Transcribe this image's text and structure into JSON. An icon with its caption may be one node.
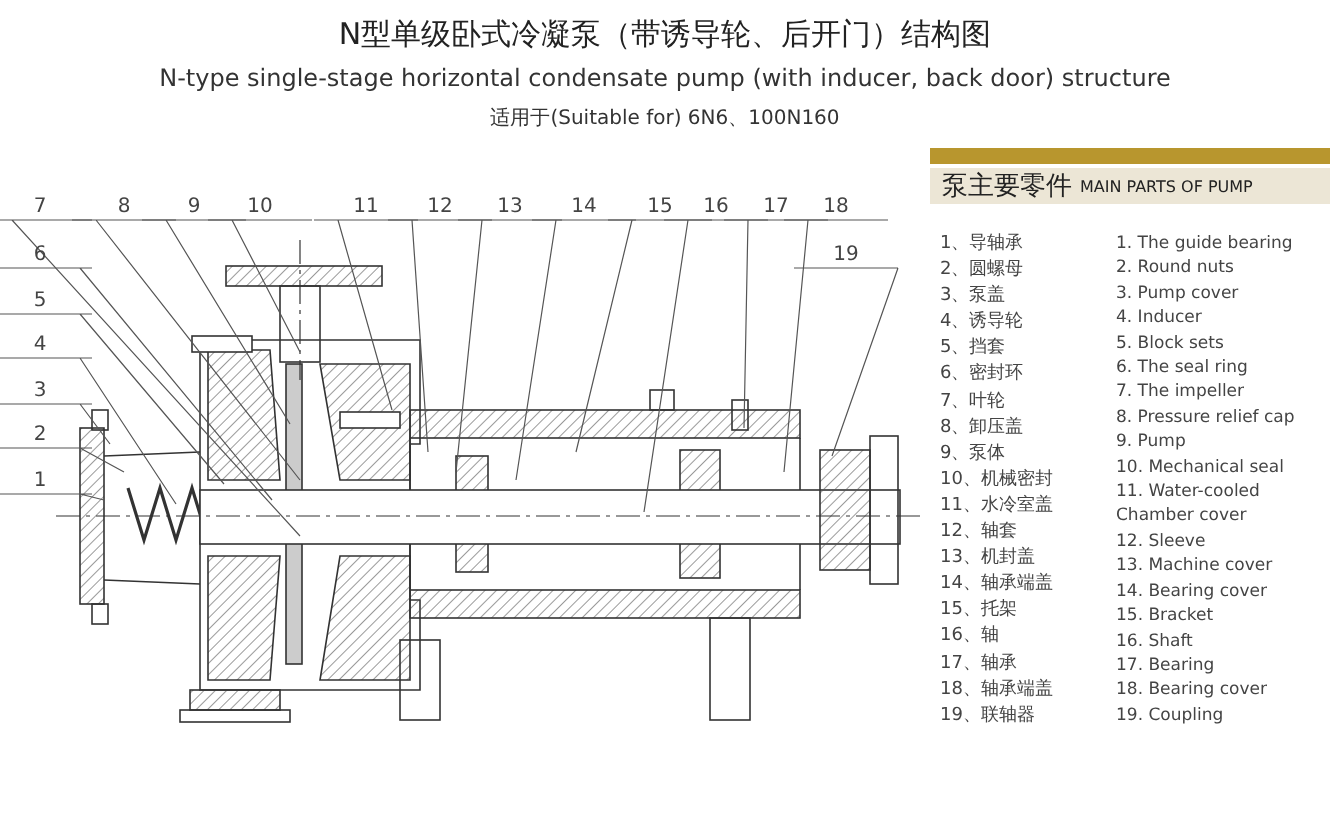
{
  "diagram": {
    "title": "N型单级卧式冷凝泵（带诱导轮、后开门）结构图",
    "nodes": [
      {
        "text": [
          "1"
        ]
      },
      {
        "text": [
          "2"
        ]
      },
      {
        "text": [
          "3"
        ]
      },
      {
        "text": [
          "4"
        ]
      },
      {
        "text": [
          "5"
        ]
      },
      {
        "text": [
          "6"
        ]
      },
      {
        "text": [
          "7"
        ]
      },
      {
        "text": [
          "8"
        ]
      },
      {
        "text": [
          "9"
        ]
      },
      {
        "text": [
          "10"
        ]
      },
      {
        "text": [
          "11"
        ]
      },
      {
        "text": [
          "12"
        ]
      },
      {
        "text": [
          "13"
        ]
      },
      {
        "text": [
          "14"
        ]
      },
      {
        "text": [
          "15"
        ]
      },
      {
        "text": [
          "16"
        ]
      },
      {
        "text": [
          "17"
        ]
      },
      {
        "text": [
          "18"
        ]
      },
      {
        "text": [
          "19"
        ]
      }
    ],
    "edges": [
      {
        "from": 0,
        "to": null,
        "arrow": "none"
      },
      {
        "from": 1,
        "to": null,
        "arrow": "none"
      },
      {
        "from": 2,
        "to": null,
        "arrow": "none"
      },
      {
        "from": 3,
        "to": null,
        "arrow": "none"
      },
      {
        "from": 4,
        "to": null,
        "arrow": "none"
      },
      {
        "from": 5,
        "to": null,
        "arrow": "none"
      },
      {
        "from": 6,
        "to": null,
        "arrow": "none"
      },
      {
        "from": 7,
        "to": null,
        "arrow": "none"
      },
      {
        "from": 8,
        "to": null,
        "arrow": "none"
      },
      {
        "from": 9,
        "to": null,
        "arrow": "none"
      },
      {
        "from": 10,
        "to": null,
        "arrow": "none"
      },
      {
        "from": 11,
        "to": null,
        "arrow": "none"
      },
      {
        "from": 12,
        "to": null,
        "arrow": "none"
      },
      {
        "from": 13,
        "to": null,
        "arrow": "none"
      },
      {
        "from": 14,
        "to": null,
        "arrow": "none"
      },
      {
        "from": 15,
        "to": null,
        "arrow": "none"
      },
      {
        "from": 16,
        "to": null,
        "arrow": "none"
      },
      {
        "from": 17,
        "to": null,
        "arrow": "none"
      },
      {
        "from": 18,
        "to": null,
        "arrow": "none"
      }
    ],
    "labels": [
      "N-type single-stage horizontal condensate pump (with inducer, back door) structure",
      "适用于(Suitable for) 6N6、100N160",
      "泵主要零件",
      "MAIN PARTS OF PUMP",
      "1、导轴承",
      "1. The guide bearing",
      "2、圆螺母",
      "2. Round nuts",
      "3、泵盖",
      "3. Pump cover",
      "4、诱导轮",
      "4. Inducer",
      "5、挡套",
      "5. Block sets",
      "6、密封环",
      "6. The seal ring",
      "7、叶轮",
      "7. The impeller",
      "8、卸压盖",
      "8. Pressure relief cap",
      "9、泵体",
      "9. Pump",
      "10、机械密封",
      "10. Mechanical seal",
      "11、水冷室盖",
      "11. Water-cooled Chamber cover",
      "12、轴套",
      "12. Sleeve",
      "13、机封盖",
      "13. Machine cover",
      "14、轴承端盖",
      "14. Bearing cover",
      "15、托架",
      "15. Bracket",
      "16、轴",
      "16. Shaft",
      "17、轴承",
      "17. Bearing",
      "18、轴承端盖",
      "18. Bearing cover",
      "19、联轴器",
      "19. Coupling"
    ]
  }
}
